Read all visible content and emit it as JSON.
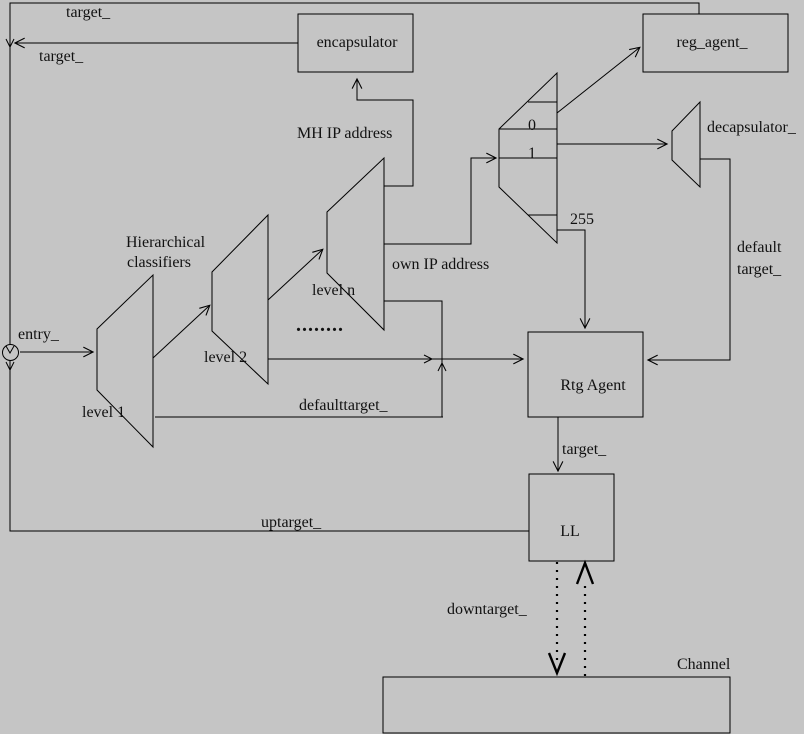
{
  "colors": {
    "background": "#c5c5c5",
    "line": "#000000",
    "text": "#111111",
    "channel_fill": "#6e6e6e"
  },
  "labels": {
    "target_top": "target_",
    "target_left": "target_",
    "encapsulator": "encapsulator",
    "reg_agent": "reg_agent_",
    "mh_ip": "MH IP address",
    "decapsulator": "decapsulator_",
    "hier_line1": "Hierarchical",
    "hier_line2": "classifiers",
    "entry": "entry_",
    "level1": "level 1",
    "level2": "level 2",
    "leveln": "level n",
    "dots": "........",
    "own_ip": "own IP address",
    "slot0": "0",
    "slot1": "1",
    "slot255": "255",
    "default_line1": "default",
    "default_line2": "target_",
    "defaulttarget": "defaulttarget_",
    "rtg_agent": "Rtg Agent",
    "target_rtg": "target_",
    "ll": "LL",
    "uptarget": "uptarget_",
    "downtarget": "downtarget_",
    "channel": "Channel"
  }
}
